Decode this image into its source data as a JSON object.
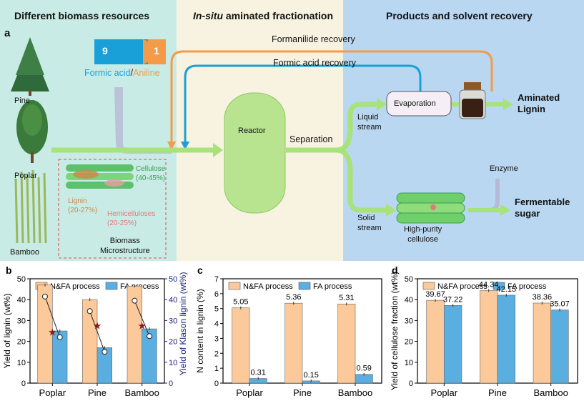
{
  "schematic": {
    "panel_letter": "a",
    "section_titles": [
      "Different biomass resources",
      "In-situ",
      " aminated fractionation",
      "Products and solvent recovery"
    ],
    "biomass": [
      "Pine",
      "Poplar",
      "Bamboo"
    ],
    "ratio": {
      "left": "9",
      "right": "1"
    },
    "solvent": {
      "formic": "Formic acid",
      "slash": "/",
      "aniline": "Aniline"
    },
    "recovery": {
      "formanilide": "Formanilide recovery",
      "formic": "Formic acid recovery"
    },
    "reactor": "Reactor",
    "separation": "Separation",
    "liquid_stream": [
      "Liquid",
      "stream"
    ],
    "solid_stream": [
      "Solid",
      "stream"
    ],
    "evaporation": "Evaporation",
    "aminated_lignin": [
      "Aminated",
      "Lignin"
    ],
    "enzyme": "Enzyme",
    "fermentable": [
      "Fermentable",
      "sugar"
    ],
    "high_purity": [
      "High-purity",
      "cellulose"
    ],
    "microstructure": {
      "cellulose": [
        "Cellulose",
        "(40-45%)"
      ],
      "lignin": [
        "Lignin",
        "(20-27%)"
      ],
      "hemi": [
        "Hemicelluloses",
        "(20-25%)"
      ],
      "caption": [
        "Biomass",
        "Microstructure"
      ]
    },
    "colors": {
      "formic": "#1aa0d8",
      "aniline": "#f39b48",
      "arrow_green": "#a7e27a",
      "cellulose_text": "#3a9d57",
      "lignin_text": "#c98a4a",
      "hemi_text": "#e07b7b"
    }
  },
  "chart_data": [
    {
      "panel": "b",
      "type": "bar",
      "categories": [
        "Poplar",
        "Pine",
        "Bamboo"
      ],
      "series": [
        {
          "name": "N&FA process",
          "values": [
            47,
            40,
            46.5
          ],
          "color": "#fbc99a"
        },
        {
          "name": "FA process",
          "values": [
            25,
            17,
            26
          ],
          "color": "#5aaee0"
        }
      ],
      "klason_n_fa": [
        41.5,
        34.5,
        39.5
      ],
      "klason_fa": [
        22,
        15,
        22.5
      ],
      "star_midpoints": [
        24.5,
        27.5,
        27.5
      ],
      "ylabel": "Yield of lignin (wt%)",
      "ylabel_right": "Yield of Klason lignin (wt%)",
      "ylim": [
        0,
        50
      ],
      "yticks": [
        "0",
        "10",
        "20",
        "30",
        "40",
        "50"
      ],
      "legend": "top"
    },
    {
      "panel": "c",
      "type": "bar",
      "categories": [
        "Poplar",
        "Pine",
        "Bamboo"
      ],
      "series": [
        {
          "name": "N&FA process",
          "values": [
            5.05,
            5.36,
            5.31
          ],
          "color": "#fbc99a"
        },
        {
          "name": "FA process",
          "values": [
            0.31,
            0.15,
            0.59
          ],
          "color": "#5aaee0"
        }
      ],
      "labels": [
        [
          "5.05",
          "5.36",
          "5.31"
        ],
        [
          "0.31",
          "0.15",
          "0.59"
        ]
      ],
      "ylabel": "N content in lignin (%)",
      "ylim": [
        0,
        7
      ],
      "yticks": [
        "0",
        "1",
        "2",
        "3",
        "4",
        "5",
        "6",
        "7"
      ],
      "legend": "top"
    },
    {
      "panel": "d",
      "type": "bar",
      "categories": [
        "Poplar",
        "Pine",
        "Bamboo"
      ],
      "series": [
        {
          "name": "N&FA process",
          "values": [
            39.67,
            44.34,
            38.36
          ],
          "color": "#fbc99a"
        },
        {
          "name": "FA process",
          "values": [
            37.22,
            42.15,
            35.07
          ],
          "color": "#5aaee0"
        }
      ],
      "labels": [
        [
          "39.67",
          "44.34",
          "38.36"
        ],
        [
          "37.22",
          "42.15",
          "35.07"
        ]
      ],
      "ylabel": "Yield of cellulose fraction (wt%)",
      "ylim": [
        0,
        50
      ],
      "yticks": [
        "0",
        "10",
        "20",
        "30",
        "40",
        "50"
      ],
      "legend": "top"
    }
  ]
}
